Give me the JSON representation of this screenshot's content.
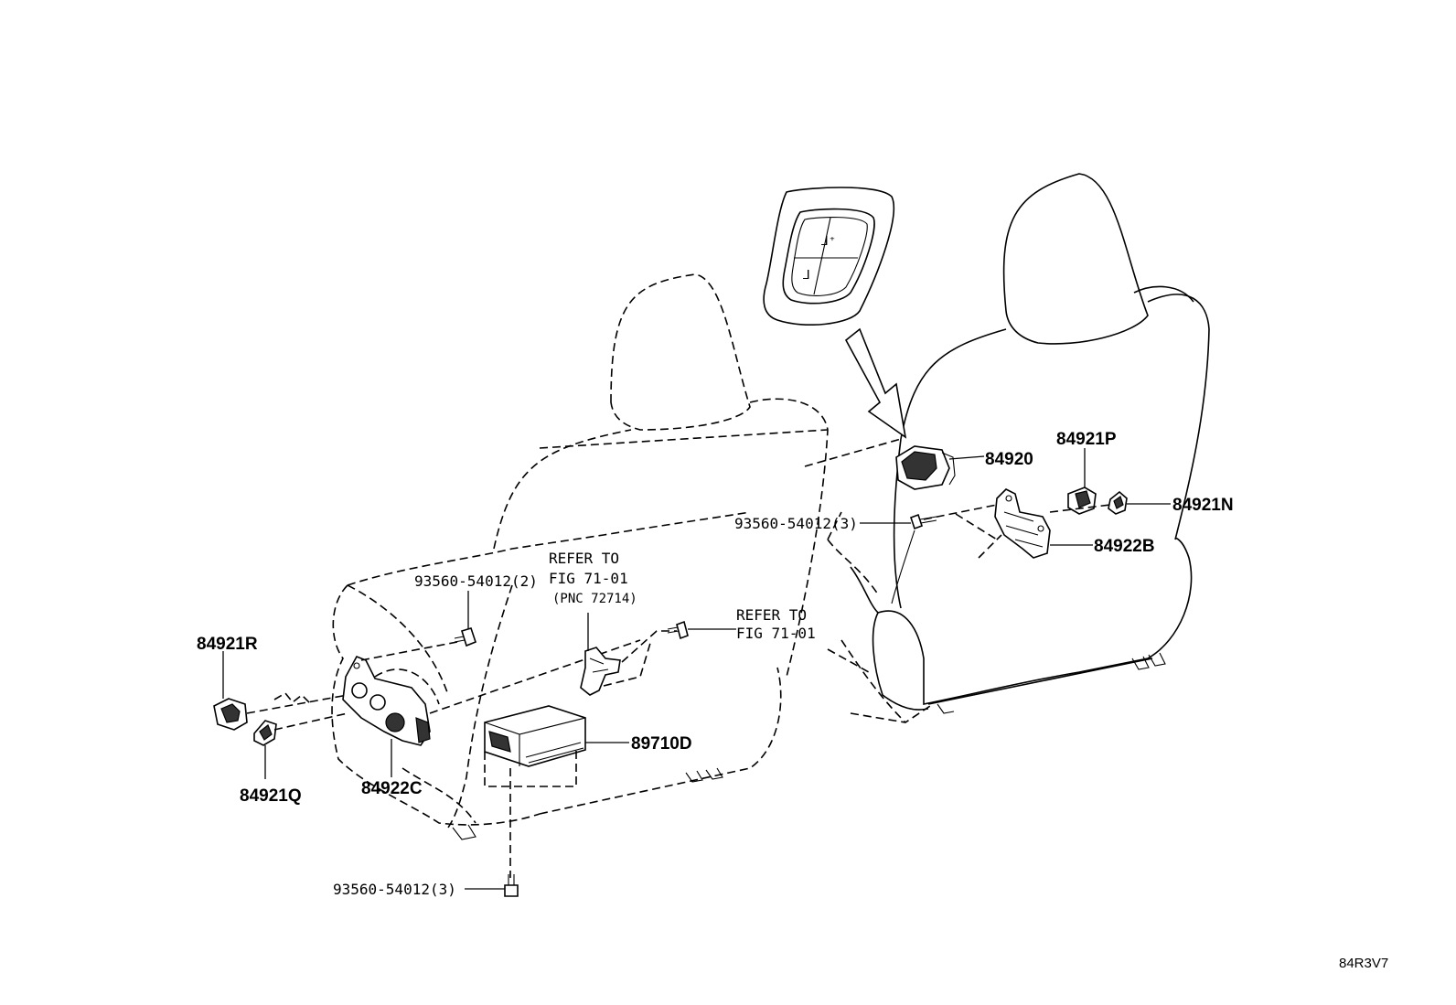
{
  "diagram": {
    "callouts": {
      "c84921R": "84921R",
      "c84921Q": "84921Q",
      "c84922C": "84922C",
      "c89710D": "89710D",
      "c84920": "84920",
      "c84921P": "84921P",
      "c84921N": "84921N",
      "c84922B": "84922B",
      "bolt_left": "93560-54012(2)",
      "bolt_right": "93560-54012(3)",
      "bolt_bottom": "93560-54012(3)"
    },
    "references": {
      "ref1_line1": "REFER TO",
      "ref1_line2": "FIG 71-01",
      "ref1_line3": "(PNC 72714)",
      "ref2_line1": "REFER TO",
      "ref2_line2": "FIG 71-01"
    },
    "illustration_code": "84R3V7"
  }
}
